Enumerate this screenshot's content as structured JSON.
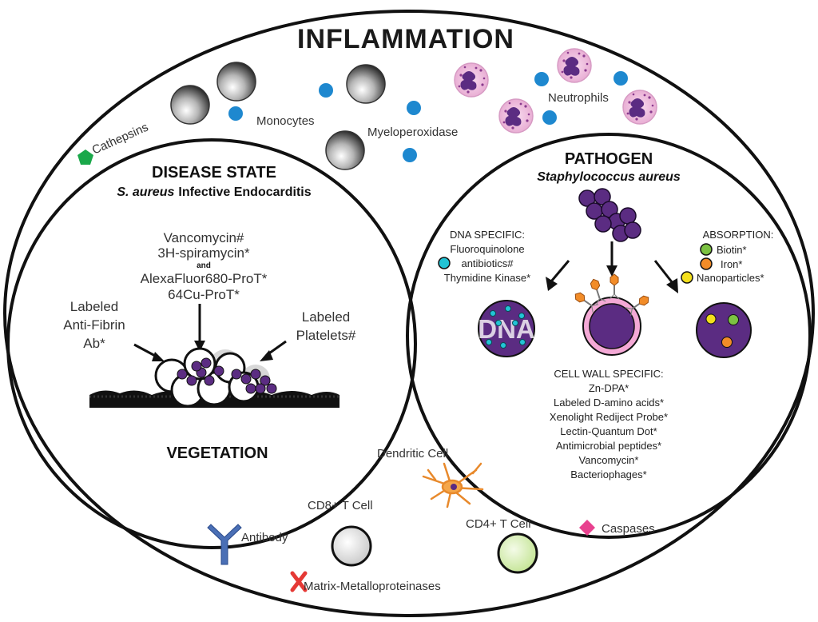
{
  "titles": {
    "main": "INFLAMMATION",
    "disease_state": "DISEASE STATE",
    "disease_species": "S. aureus",
    "disease_name": "Infective Endocarditis",
    "vegetation": "VEGETATION",
    "pathogen": "PATHOGEN",
    "pathogen_species": "Staphylococcus aureus"
  },
  "inflammation_labels": {
    "cathepsins": "Cathepsins",
    "monocytes": "Monocytes",
    "myeloperoxidase": "Myeloperoxidase",
    "neutrophils": "Neutrophils",
    "dendritic_cell": "Dendritic Cell",
    "cd8": "CD8+ T Cell",
    "cd4": "CD4+ T Cell",
    "antibody": "Antibody",
    "caspases": "Caspases",
    "mmp": "Matrix-Metalloproteinases"
  },
  "disease_state": {
    "probe_lines": [
      "Vancomycin#",
      "3H-spiramycin*",
      "and",
      "AlexaFluor680-ProT*",
      "64Cu-ProT*"
    ],
    "anti_fibrin": [
      "Labeled",
      "Anti-Fibrin",
      "Ab*"
    ],
    "platelets": [
      "Labeled",
      "Platelets#"
    ]
  },
  "pathogen": {
    "dna_specific": [
      "DNA SPECIFIC:",
      "Fluoroquinolone",
      "antibiotics#",
      "Thymidine Kinase*"
    ],
    "dna_label": "DNA",
    "absorption_title": "ABSORPTION:",
    "absorption_items": [
      "Biotin*",
      "Iron*",
      "Nanoparticles*"
    ],
    "cell_wall": [
      "CELL WALL SPECIFIC:",
      "Zn-DPA*",
      "Labeled D-amino acids*",
      "Xenolight Rediject Probe*",
      "Lectin-Quantum Dot*",
      "Antimicrobial peptides*",
      "Vancomycin*",
      "Bacteriophages*"
    ]
  },
  "colors": {
    "bacteria": "#5b2c82",
    "blue_dot": "#1e88cf",
    "green": "#7cc242",
    "orange": "#f28c28",
    "yellow": "#f4e01c",
    "cyan": "#22c4d6",
    "pink_diamond": "#e8418f",
    "red_x": "#e53935",
    "cathepsin": "#1aa84a",
    "cd4_fill": "#d9f0b5",
    "neutrophil": "#f2c6e2"
  },
  "icons": {
    "cathepsin": "pentagon-icon",
    "antibody": "antibody-y-icon",
    "caspase": "diamond-icon",
    "mmp": "red-x-icon"
  }
}
